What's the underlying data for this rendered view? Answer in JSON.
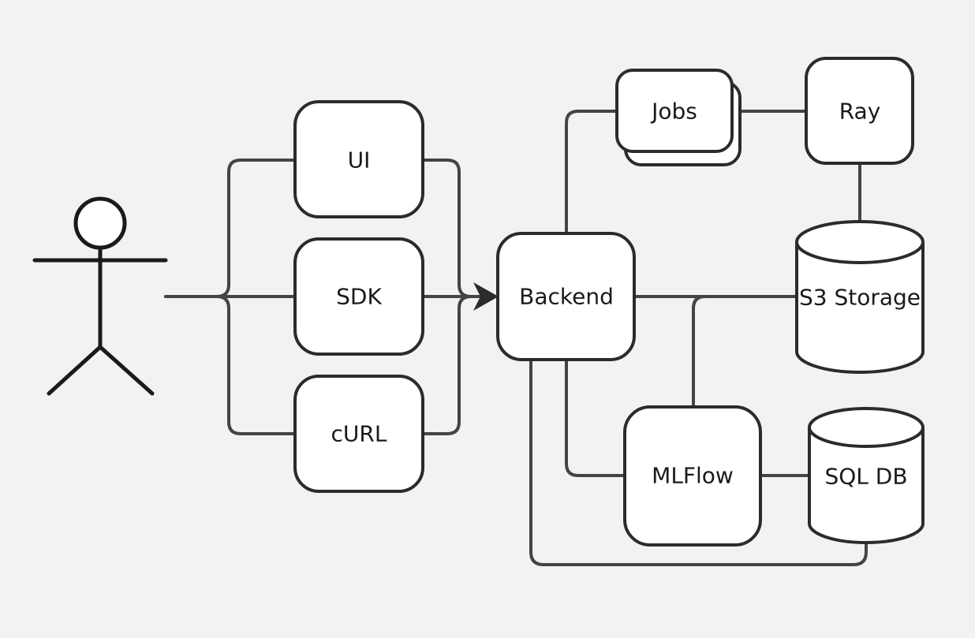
{
  "colors": {
    "background": "#f2f2f2",
    "node_fill": "#ffffff",
    "stroke": "#2b2b2b",
    "connector": "#444444",
    "text": "#1a1a1a"
  },
  "nodes": {
    "ui": "UI",
    "sdk": "SDK",
    "curl": "cURL",
    "backend": "Backend",
    "jobs": "Jobs",
    "ray": "Ray",
    "s3": "S3 Storage",
    "mlflow": "MLFlow",
    "sqldb": "SQL DB"
  }
}
